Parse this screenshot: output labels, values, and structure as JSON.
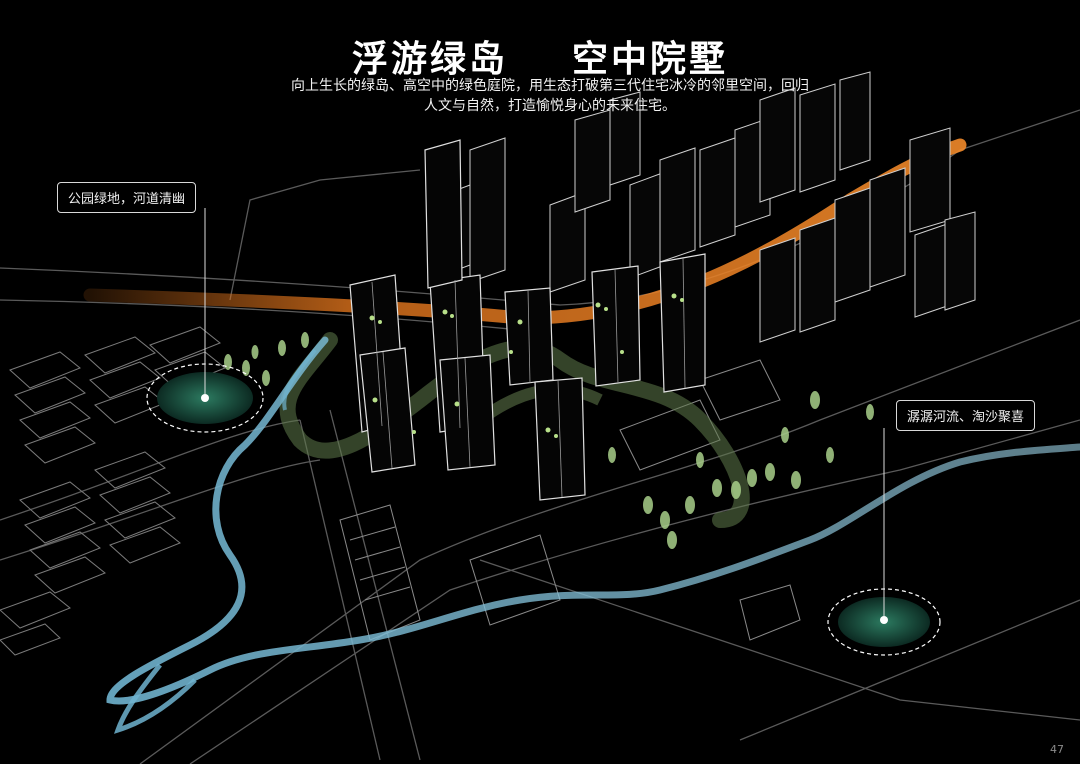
{
  "page": {
    "title_part1": "浮游绿岛",
    "title_part2": "空中院墅",
    "subtitle_line1": "向上生长的绿岛、高空中的绿色庭院，用生态打破第三代住宅冰冷的邻里空间，回归",
    "subtitle_line2": "人文与自然，打造愉悦身心的未来住宅。",
    "page_number": "47"
  },
  "callouts": {
    "park": "公园绿地，河道清幽",
    "river": "潺潺河流、淘沙聚喜"
  },
  "colors": {
    "background": "#000000",
    "road_highlight": "#e0741c",
    "river": "#6fb3cf",
    "greenway": "#5e7a4a",
    "tree": "#a8cf8a",
    "building_line": "#d7d7d7",
    "node_fill": "#1f5a48"
  }
}
